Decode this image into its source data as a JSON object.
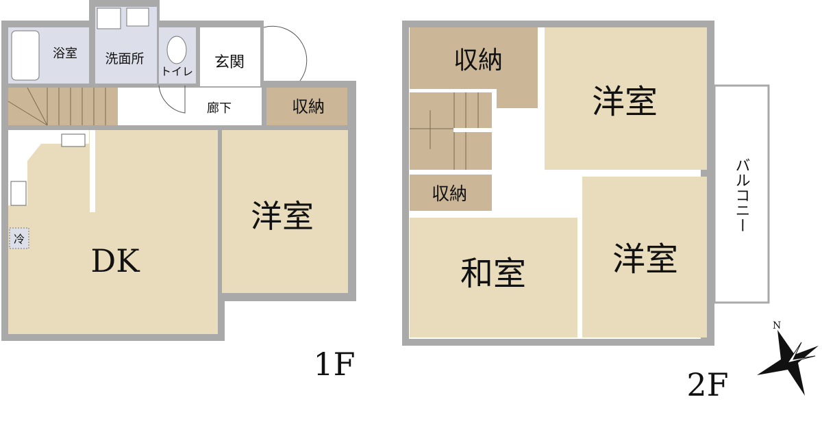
{
  "colors": {
    "wall": "#a9a9a9",
    "room": "#e8dcbc",
    "storage": "#cbb797",
    "wet": "#dcdfe9",
    "hall": "#ffffff"
  },
  "floor1": {
    "label": "1F",
    "rooms": {
      "bath": "浴室",
      "washroom": "洗面所",
      "toilet": "トイレ",
      "entrance": "玄関",
      "corridor": "廊下",
      "storage": "収納",
      "dk": "DK",
      "western": "洋室",
      "fridge": "冷"
    }
  },
  "floor2": {
    "label": "2F",
    "rooms": {
      "storage_top": "収納",
      "western_top": "洋室",
      "storage_small": "収納",
      "japanese": "和室",
      "western_bottom": "洋室",
      "balcony": "バルコニー"
    }
  },
  "compass": {
    "north": "N"
  }
}
